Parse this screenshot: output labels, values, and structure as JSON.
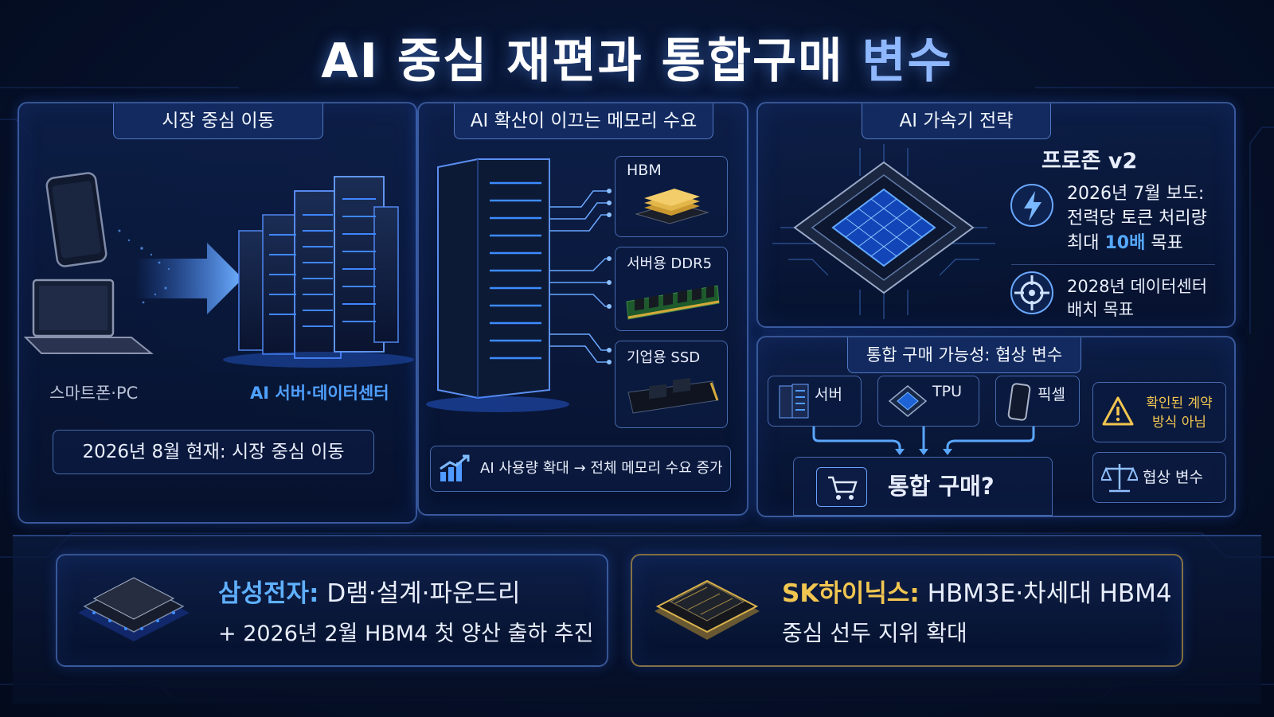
{
  "title": {
    "main": "AI 중심 재편과 통합구매",
    "accent": "변수"
  },
  "panel1": {
    "tab": "시장 중심 이동",
    "label_left": "스마트폰·PC",
    "label_right": "AI 서버·데이터센터",
    "status": "2026년 8월 현재: 시장 중심 이동"
  },
  "panel2": {
    "tab": "AI 확산이 이끄는 메모리 수요",
    "items": [
      "HBM",
      "서버용 DDR5",
      "기업용 SSD"
    ],
    "footer": "AI 사용량 확대 → 전체 메모리 수요 증가"
  },
  "panel3": {
    "tab": "AI 가속기 전략",
    "product": "프로존 v2",
    "fact1_line1": "2026년 7월 보도:",
    "fact1_line2": "전력당 토큰 처리량",
    "fact1_line3_pre": "최대 ",
    "fact1_line3_hl": "10배",
    "fact1_line3_post": " 목표",
    "fact2_line1": "2028년 데이터센터",
    "fact2_line2": "배치 목표"
  },
  "panel4": {
    "tab": "통합 구매 가능성: 협상 변수",
    "items": [
      "서버",
      "TPU",
      "픽셀"
    ],
    "center": "통합 구매?",
    "warning_line1": "확인된 계약",
    "warning_line2": "방식 아님",
    "variable": "협상 변수"
  },
  "bottom": {
    "samsung_name": "삼성전자:",
    "samsung_line1": " D램·설계·파운드리",
    "samsung_line2": "+ 2026년 2월 HBM4 첫 양산 출하 추진",
    "sk_name": "SK하이닉스:",
    "sk_line1": " HBM3E·차세대 HBM4",
    "sk_line2": "중심 선두 지위 확대"
  },
  "colors": {
    "accent_blue": "#55a8ff",
    "gold": "#f1c650",
    "background": "#06112b"
  }
}
